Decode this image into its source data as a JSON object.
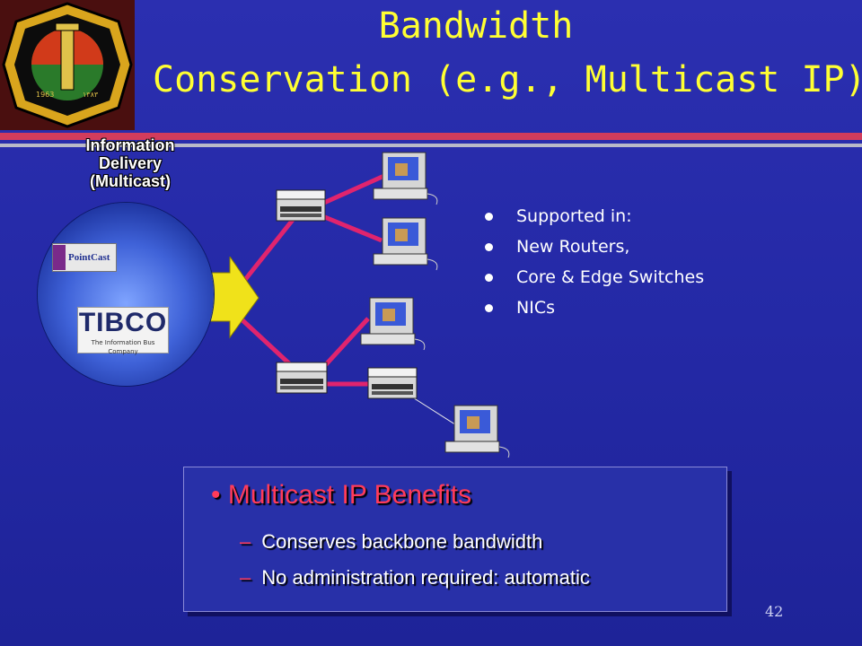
{
  "title": {
    "line1": "Bandwidth",
    "line2": "Conservation (e.g., Multicast IP)"
  },
  "logo": {
    "icon": "university-seal-icon",
    "year_left": "1963",
    "year_right": "١٣٨٣"
  },
  "diagram": {
    "source_label_line1": "Information",
    "source_label_line2": "Delivery",
    "source_label_line3": "(Multicast)",
    "pointcast_label": "PointCast",
    "tibco_label": "TIBCO",
    "tibco_tagline": "The Information Bus Company"
  },
  "support": {
    "items": [
      "Supported in:",
      "New Routers,",
      "Core & Edge Switches",
      "NICs"
    ]
  },
  "benefits": {
    "heading": "Multicast IP Benefits",
    "items": [
      "Conserves backbone bandwidth",
      "No administration required: automatic"
    ]
  },
  "page_number": "42",
  "colors": {
    "background": "#2429a6",
    "title": "#ffff33",
    "accent_red": "#ff3b5a",
    "link_pink": "#e0246e"
  }
}
